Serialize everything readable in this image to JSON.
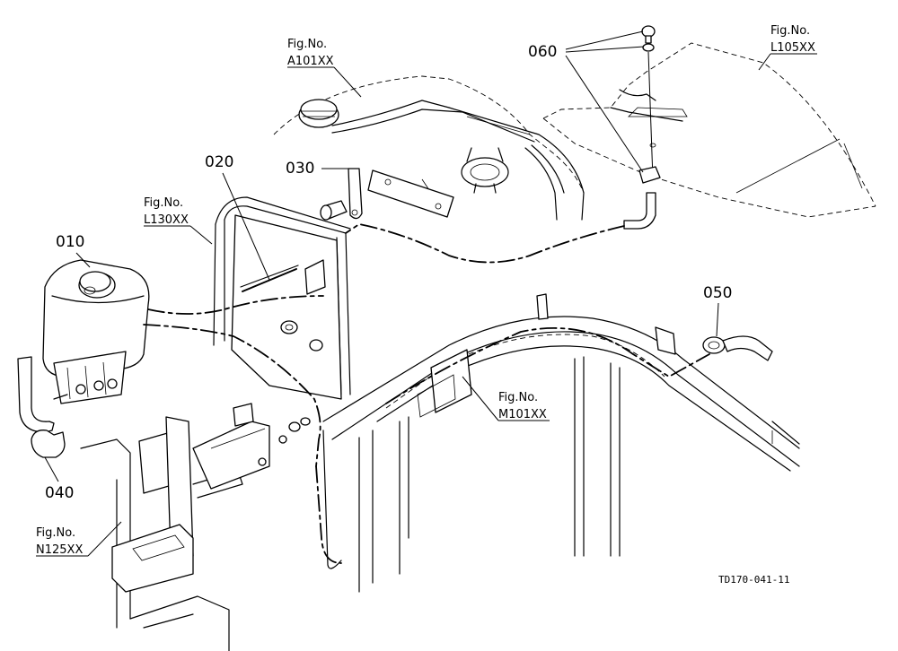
{
  "parts": [
    {
      "number": "010"
    },
    {
      "number": "020"
    },
    {
      "number": "030"
    },
    {
      "number": "040"
    },
    {
      "number": "050"
    },
    {
      "number": "060"
    }
  ],
  "figure_refs": [
    {
      "label": "Fig.No.",
      "code": "A101XX"
    },
    {
      "label": "Fig.No.",
      "code": "L105XX"
    },
    {
      "label": "Fig.No.",
      "code": "L130XX"
    },
    {
      "label": "Fig.No.",
      "code": "M101XX"
    },
    {
      "label": "Fig.No.",
      "code": "N125XX"
    }
  ],
  "drawing_code": "TD170-041-11"
}
